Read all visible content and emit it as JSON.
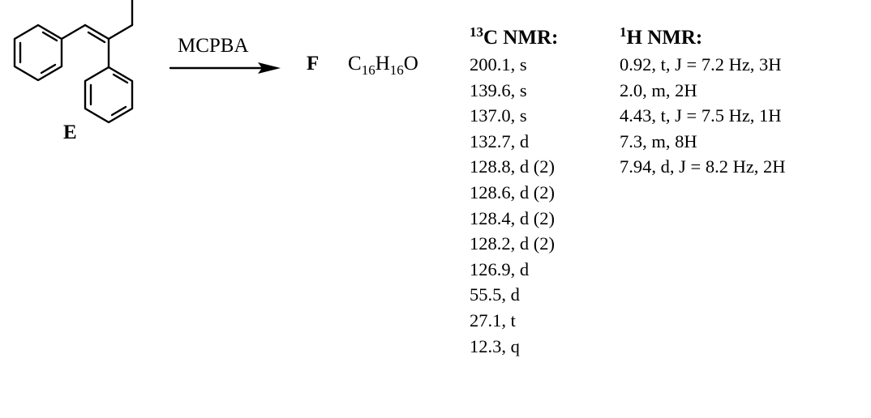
{
  "reaction": {
    "reagent": "MCPBA",
    "starting_material_label": "E",
    "product_label": "F",
    "formula": {
      "c": "C",
      "c_count": "16",
      "h": "H",
      "h_count": "16",
      "o": "O"
    }
  },
  "c13": {
    "sup": "13",
    "title": "C NMR:",
    "peaks": [
      "200.1, s",
      "139.6, s",
      "137.0, s",
      "132.7, d",
      "128.8, d (2)",
      "128.6, d (2)",
      "128.4, d (2)",
      "128.2, d (2)",
      "126.9, d",
      "55.5, d",
      "27.1, t",
      "12.3, q"
    ]
  },
  "h1": {
    "sup": "1",
    "title": "H NMR:",
    "peaks": [
      "0.92, t, J = 7.2 Hz, 3H",
      "2.0, m, 2H",
      "4.43, t, J = 7.5 Hz, 1H",
      "7.3, m, 8H",
      "7.94, d, J = 8.2 Hz, 2H"
    ]
  }
}
